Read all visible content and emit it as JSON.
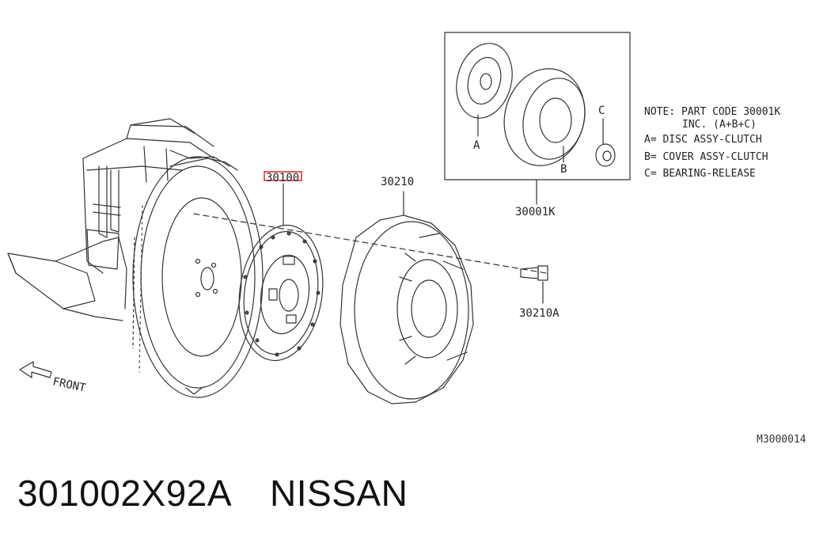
{
  "diagram": {
    "part_labels": {
      "disc": "30100",
      "cover": "30210",
      "bolt": "30210A",
      "kit": "30001K",
      "inset_a": "A",
      "inset_b": "B",
      "inset_c": "C"
    },
    "note": {
      "line1": "NOTE: PART CODE 30001K",
      "line2": "INC. (A+B+C)",
      "line3": "A= DISC ASSY-CLUTCH",
      "line4": "B= COVER ASSY-CLUTCH",
      "line5": "C= BEARING-RELEASE"
    },
    "front_label": "FRONT",
    "drawing_code": "M3000014",
    "highlight_color": "#e8202a"
  },
  "caption": {
    "part_number": "301002X92A",
    "brand": "NISSAN"
  }
}
